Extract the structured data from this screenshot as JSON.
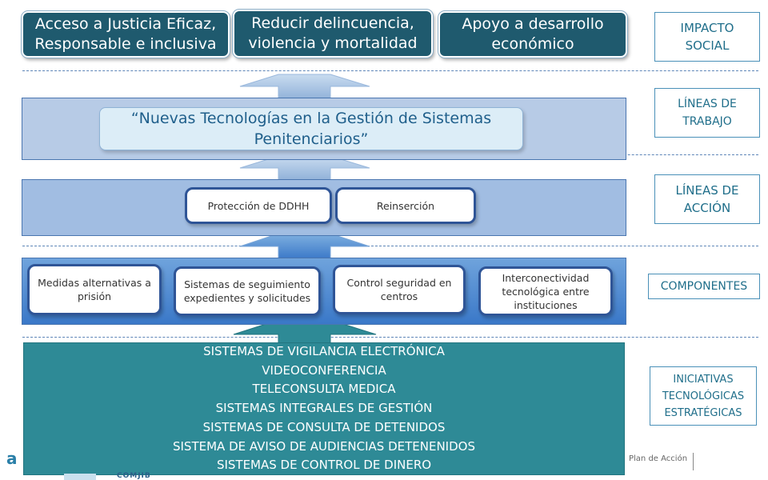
{
  "impact": {
    "boxes": [
      "Acceso a Justicia Eficaz, Responsable e inclusiva",
      "Reducir delincuencia, violencia y mortalidad",
      "Apoyo a desarrollo económico"
    ]
  },
  "labels": {
    "impacto_social": "IMPACTO SOCIAL",
    "lineas_trabajo": "LÍNEAS DE TRABAJO",
    "lineas_accion": "LÍNEAS DE ACCIÓN",
    "componentes": "COMPONENTES",
    "iniciativas": "INICIATIVAS TECNOLÓGICAS ESTRATÉGICAS"
  },
  "lineas_trabajo": {
    "title": "“Nuevas Tecnologías en la Gestión de Sistemas Penitenciarios”"
  },
  "lineas_accion": {
    "items": [
      "Protección de DDHH",
      "Reinserción"
    ]
  },
  "componentes": {
    "items": [
      "Medidas alternativas a prisión",
      "Sistemas de seguimiento expedientes y solicitudes",
      "Control seguridad en centros",
      "Interconectividad tecnológica entre instituciones"
    ]
  },
  "iniciativas": {
    "items": [
      "SISTEMAS DE VIGILANCIA ELECTRÓNICA",
      "VIDEOCONFERENCIA",
      "TELECONSULTA MEDICA",
      "SISTEMAS INTEGRALES DE GESTIÓN",
      "SISTEMAS DE CONSULTA DE DETENIDOS",
      "SISTEMA DE AVISO DE AUDIENCIAS DETENENIDOS",
      "SISTEMAS DE CONTROL DE DINERO"
    ]
  },
  "footer": {
    "right_text": "Plan de Acción",
    "logo_fragment": "COMJIB",
    "logo_letter": "a"
  },
  "colors": {
    "impact_box": "#1f5a6e",
    "initiatives_box": "#2e8a96",
    "label_text": "#1f6e8a",
    "node_border": "#2f5597"
  }
}
